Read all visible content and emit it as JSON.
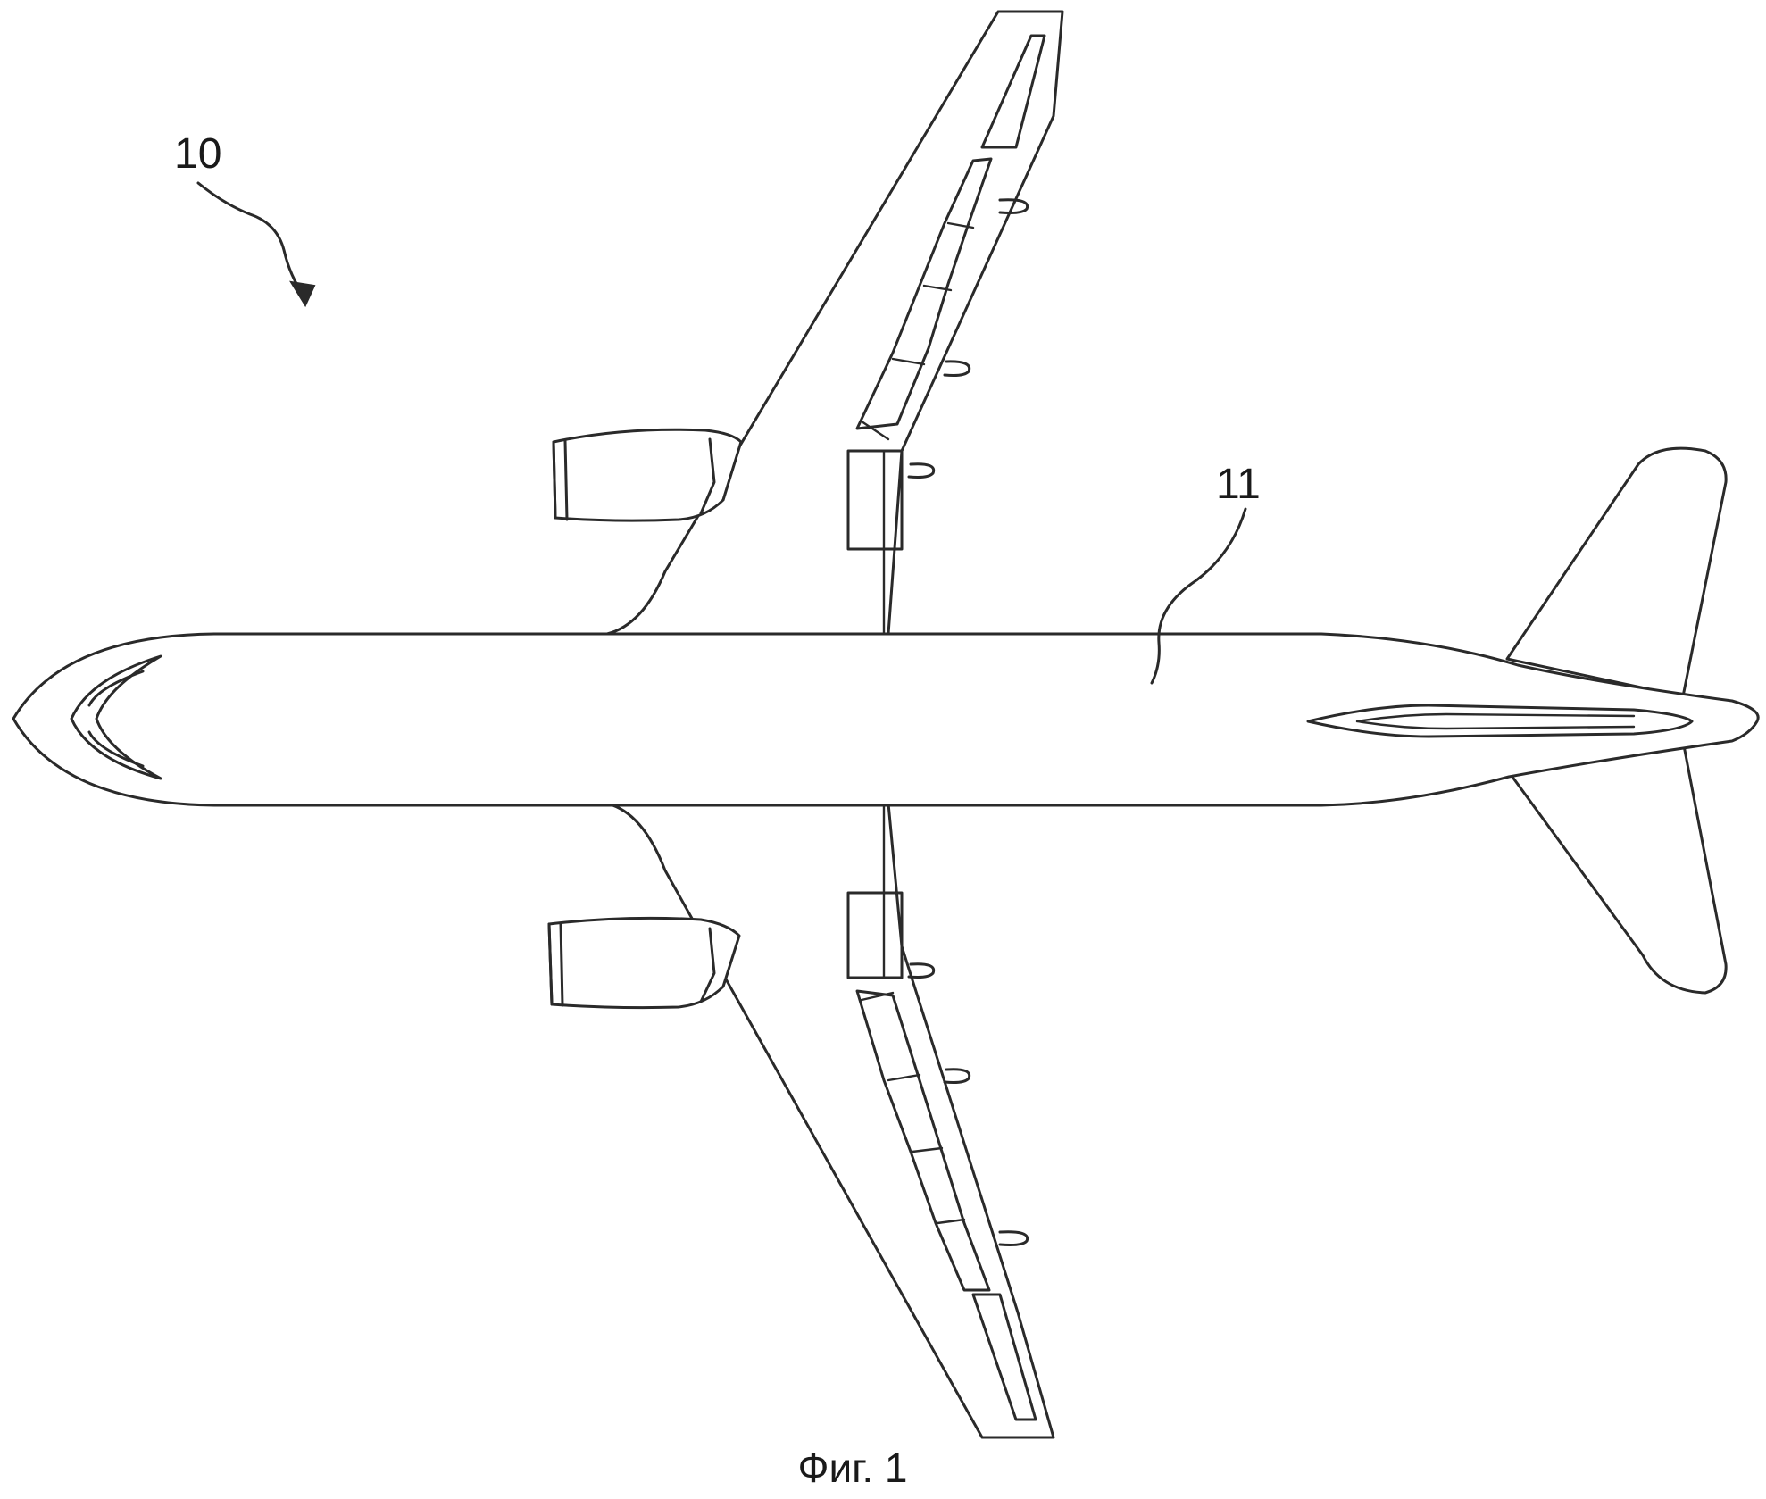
{
  "figure": {
    "caption": "Фиг. 1",
    "labels": {
      "aircraft": "10",
      "fuselage": "11"
    }
  },
  "colors": {
    "line": "#2a2a2a",
    "background": "#ffffff"
  }
}
